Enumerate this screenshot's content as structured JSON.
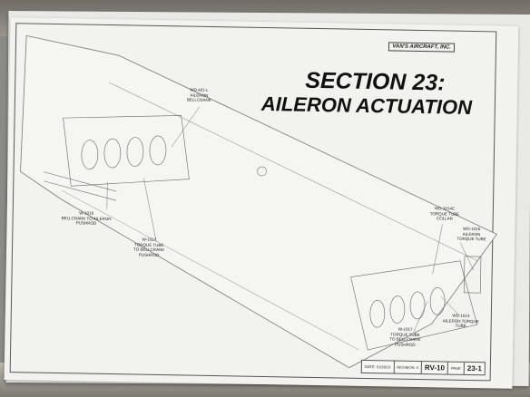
{
  "document": {
    "brand": "VAN'S AIRCRAFT, INC.",
    "title_line1": "SECTION 23:",
    "title_line2": "AILERON ACTUATION",
    "callouts": {
      "wd421l": "WD-421-L\nAILERON\nBELLCRANK",
      "w1018": "W-1018\nBELLCRANK TO AILERON\nPUSHROD",
      "w1017a": "W-1017\nTORQUE TUBE\nTO BELLCRANK\nPUSHROD",
      "wd1014c": "WD-1014C\nTORQUE TUBE\nCOLLAR",
      "wd1016": "WD-1016\nAILERON\nTORQUE TUBE",
      "wd1014": "WD-1014\nAILERON TORQUE\nTUBE",
      "w1017b": "W-1017\nTORQUE TUBE\nTO BELLCRANK\nPUSHROD"
    },
    "title_block": {
      "date": "DATE: 01/28/13",
      "revision": "REVISION: 0",
      "model": "RV-10",
      "page": "PAGE",
      "page_number": "23-1"
    }
  }
}
